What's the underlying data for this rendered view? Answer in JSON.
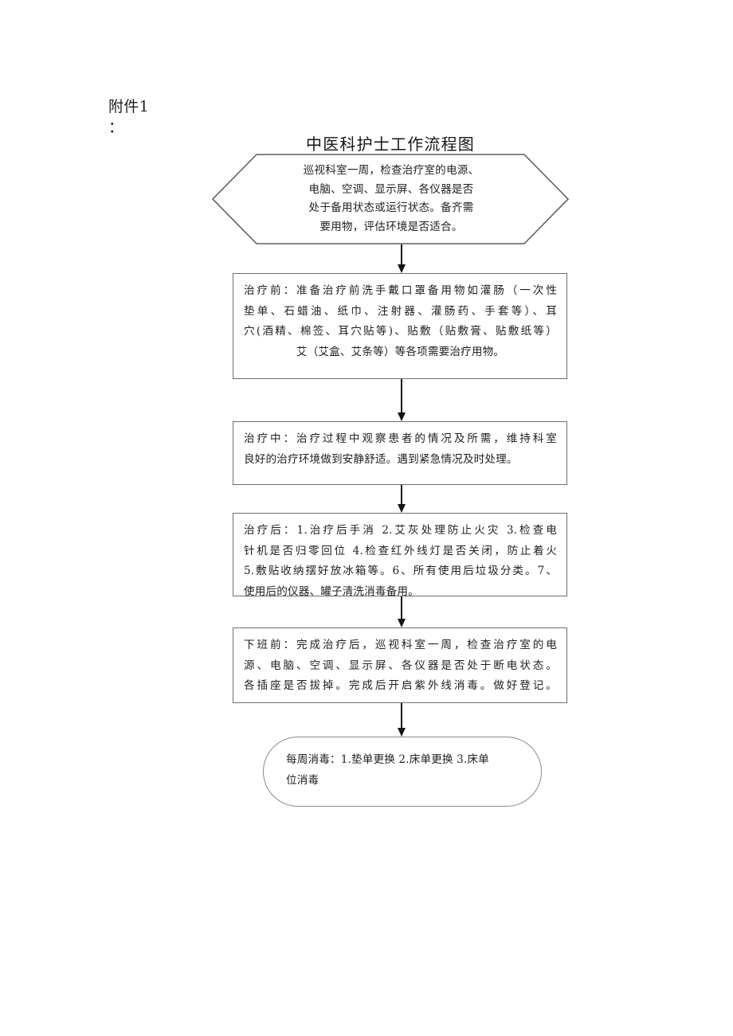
{
  "document": {
    "attachment_label": "附件1",
    "attachment_colon": "：",
    "title": "中医科护士工作流程图"
  },
  "colors": {
    "text": "#1f1f1f",
    "shape_border": "#6e6e6e",
    "connector": "#141414",
    "background": "#ffffff"
  },
  "flowchart": {
    "type": "flowchart",
    "orientation": "top-to-bottom",
    "nodes": [
      {
        "id": "start",
        "shape": "hexagon",
        "text": "巡视科室一周，检查治疗室的电源、电脑、空调、显示屏、各仪器是否处于备用状态或运行状态。备齐需要用物，评估环境是否适合。",
        "lines": [
          "巡视科室一周，检查治疗室的电源、",
          "电脑、空调、显示屏、各仪器是否",
          "处于备用状态或运行状态。备齐需",
          "要用物，评估环境是否适合。"
        ]
      },
      {
        "id": "before-treatment",
        "shape": "rectangle",
        "text": "治疗前：准备治疗前洗手戴口罩备用物如灌肠（一次性垫单、石蜡油、纸巾、注射器、灌肠药、手套等）、耳穴(酒精、棉签、耳穴贴等)、贴敷（贴敷膏、贴敷纸等）艾（艾盒、艾条等）等各项需要治疗用物。",
        "lines": [
          "治疗前：准备治疗前洗手戴口罩备用物如灌肠（一次性",
          "垫单、石蜡油、纸巾、注射器、灌肠药、手套等）、耳",
          "穴(酒精、棉签、耳穴贴等)、贴敷（贴敷膏、贴敷纸等）",
          "艾（艾盒、艾条等）等各项需要治疗用物。"
        ]
      },
      {
        "id": "during-treatment",
        "shape": "rectangle",
        "text": "治疗中：治疗过程中观察患者的情况及所需，维持科室良好的治疗环境做到安静舒适。遇到紧急情况及时处理。",
        "lines": [
          "治疗中：治疗过程中观察患者的情况及所需，维持科室",
          "良好的治疗环境做到安静舒适。遇到紧急情况及时处理。"
        ]
      },
      {
        "id": "after-treatment",
        "shape": "rectangle",
        "text": "治疗后：1.治疗后手消 2.艾灰处理防止火灾 3.检查电针机是否归零回位 4.检查红外线灯是否关闭，防止着火 5.敷贴收纳摆好放冰箱等。6、所有使用后垃圾分类。7、使用后的仪器、罐子清洗消毒备用。",
        "lines": [
          "治疗后：1.治疗后手消 2.艾灰处理防止火灾 3.检查电",
          "针机是否归零回位 4.检查红外线灯是否关闭，防止着火",
          "5.敷贴收纳摆好放冰箱等。6、所有使用后垃圾分类。7、",
          "使用后的仪器、罐子清洗消毒备用。"
        ]
      },
      {
        "id": "before-off-duty",
        "shape": "rectangle",
        "text": "下班前：完成治疗后，巡视科室一周，检查治疗室的电源、电脑、空调、显示屏、各仪器是否处于断电状态。各插座是否拔掉。完成后开启紫外线消毒。做好登记。",
        "lines": [
          "下班前：完成治疗后，巡视科室一周，检查治疗室的电",
          "源、电脑、空调、显示屏、各仪器是否处于断电状态。",
          "各插座是否拔掉。完成后开启紫外线消毒。做好登记。"
        ]
      },
      {
        "id": "weekly-disinfection",
        "shape": "rounded-rectangle",
        "text": "每周消毒：1.垫单更换 2.床单更换 3.床单位消毒",
        "lines": [
          "每周消毒：1.垫单更换 2.床单更换 3.床单",
          "位消毒"
        ]
      }
    ],
    "connectors": [
      {
        "id": "c1",
        "from": "start",
        "to": "before-treatment",
        "style": "arrow-down"
      },
      {
        "id": "c2",
        "from": "before-treatment",
        "to": "during-treatment",
        "style": "arrow-down"
      },
      {
        "id": "c3",
        "from": "during-treatment",
        "to": "after-treatment",
        "style": "arrow-down"
      },
      {
        "id": "c4",
        "from": "after-treatment",
        "to": "before-off-duty",
        "style": "arrow-down"
      },
      {
        "id": "c5",
        "from": "before-off-duty",
        "to": "weekly-disinfection",
        "style": "arrow-down"
      }
    ]
  }
}
